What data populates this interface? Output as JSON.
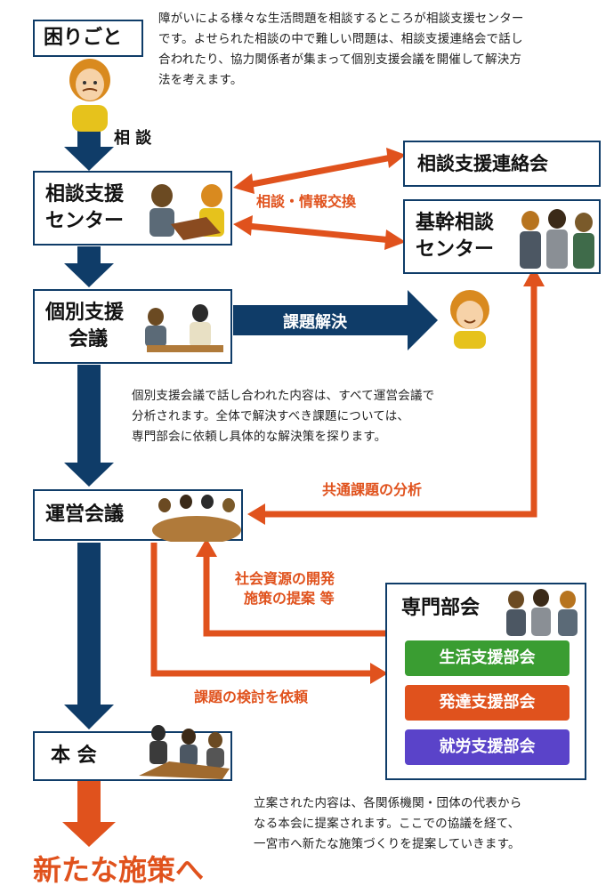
{
  "top_box": {
    "title": "困りごと"
  },
  "intro_text": [
    "障がいによる様々な生活問題を相談するところが相談支援センター",
    "です。よせられた相談の中で難しい問題は、相談支援連絡会で話し",
    "合われたり、協力関係者が集まって個別支援会議を開催して解決方",
    "法を考えます。"
  ],
  "consult_label": "相 談",
  "center_box": {
    "line1": "相談支援",
    "line2": "センター"
  },
  "liaison_box": {
    "title": "相談支援連絡会"
  },
  "core_box": {
    "line1": "基幹相談",
    "line2": "センター"
  },
  "exchange_label": "相談・情報交換",
  "individual_box": {
    "line1": "個別支援",
    "line2": "会議"
  },
  "solve_label": "課題解決",
  "middle_text": [
    "個別支援会議で話し合われた内容は、すべて運営会議で",
    "分析されます。全体で解決すべき課題については、",
    "専門部会に依頼し具体的な解決策を探ります。"
  ],
  "common_label": "共通課題の分析",
  "operation_box": {
    "title": "運営会議"
  },
  "dev_label": {
    "line1": "社会資源の開発",
    "line2": "施策の提案 等"
  },
  "request_label": "課題の検討を依頼",
  "expert_box": {
    "title": "専門部会",
    "subs": [
      {
        "label": "生活支援部会",
        "color": "#3a9d32"
      },
      {
        "label": "発達支援部会",
        "color": "#e0521d"
      },
      {
        "label": "就労支援部会",
        "color": "#5a43c9"
      }
    ]
  },
  "main_box": {
    "title": "本 会"
  },
  "bottom_text": [
    "立案された内容は、各関係機関・団体の代表から",
    "なる本会に提案されます。ここでの協議を経て、",
    "一宮市へ新たな施策づくりを提案していきます。"
  ],
  "final_label": "新たな施策へ",
  "colors": {
    "navy": "#0f3c68",
    "orange": "#e0521d",
    "green": "#3a9d32",
    "purple": "#5a43c9"
  }
}
